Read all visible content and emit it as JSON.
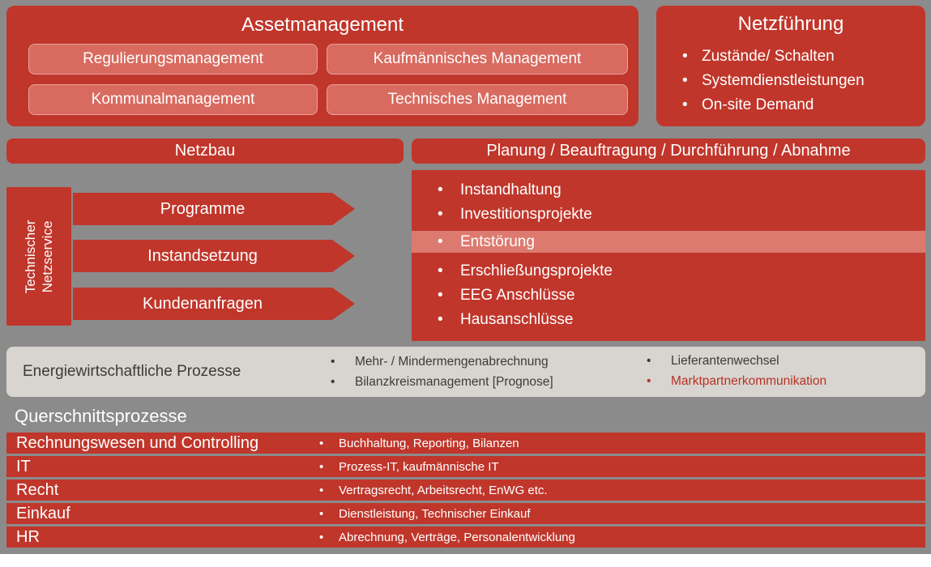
{
  "colors": {
    "background": "#8B8B8B",
    "primary_red": "#C0362B",
    "light_red": "#D96A5F",
    "highlight_red": "#DD7A6F",
    "panel_gray": "#D8D4CF",
    "accent_text_red": "#B73327"
  },
  "assetmanagement": {
    "title": "Assetmanagement",
    "items": [
      "Regulierungsmanagement",
      "Kaufmännisches Management",
      "Kommunalmanagement",
      "Technisches Management"
    ]
  },
  "netzfuehrung": {
    "title": "Netzführung",
    "items": [
      "Zustände/ Schalten",
      "Systemdienstleistungen",
      "On-site Demand"
    ]
  },
  "netzbau": {
    "title": "Netzbau",
    "service_label": {
      "line1": "Technischer",
      "line2": "Netzservice"
    },
    "arrows": [
      "Programme",
      "Instandsetzung",
      "Kundenanfragen"
    ]
  },
  "planung": {
    "header": "Planung / Beauftragung / Durchführung / Abnahme",
    "items_top": [
      "Instandhaltung",
      "Investitionsprojekte"
    ],
    "highlighted": "Entstörung",
    "items_bottom": [
      "Erschließungsprojekte",
      "EEG Anschlüsse",
      "Hausanschlüsse"
    ]
  },
  "energie": {
    "title": "Energiewirtschaftliche Prozesse",
    "col1": [
      "Mehr- / Mindermengenabrechnung",
      "Bilanzkreismanagement [Prognose]"
    ],
    "col2": [
      {
        "label": "Lieferantenwechsel",
        "accent": false
      },
      {
        "label": "Marktpartnerkommunikation",
        "accent": true
      }
    ]
  },
  "querschnitt": {
    "title": "Querschnittsprozesse",
    "rows": [
      {
        "label": "Rechnungswesen und Controlling",
        "detail": "Buchhaltung, Reporting, Bilanzen"
      },
      {
        "label": "IT",
        "detail": "Prozess-IT, kaufmännische IT"
      },
      {
        "label": "Recht",
        "detail": "Vertragsrecht, Arbeitsrecht, EnWG etc."
      },
      {
        "label": "Einkauf",
        "detail": "Dienstleistung, Technischer Einkauf"
      },
      {
        "label": "HR",
        "detail": "Abrechnung, Verträge, Personalentwicklung"
      }
    ]
  }
}
